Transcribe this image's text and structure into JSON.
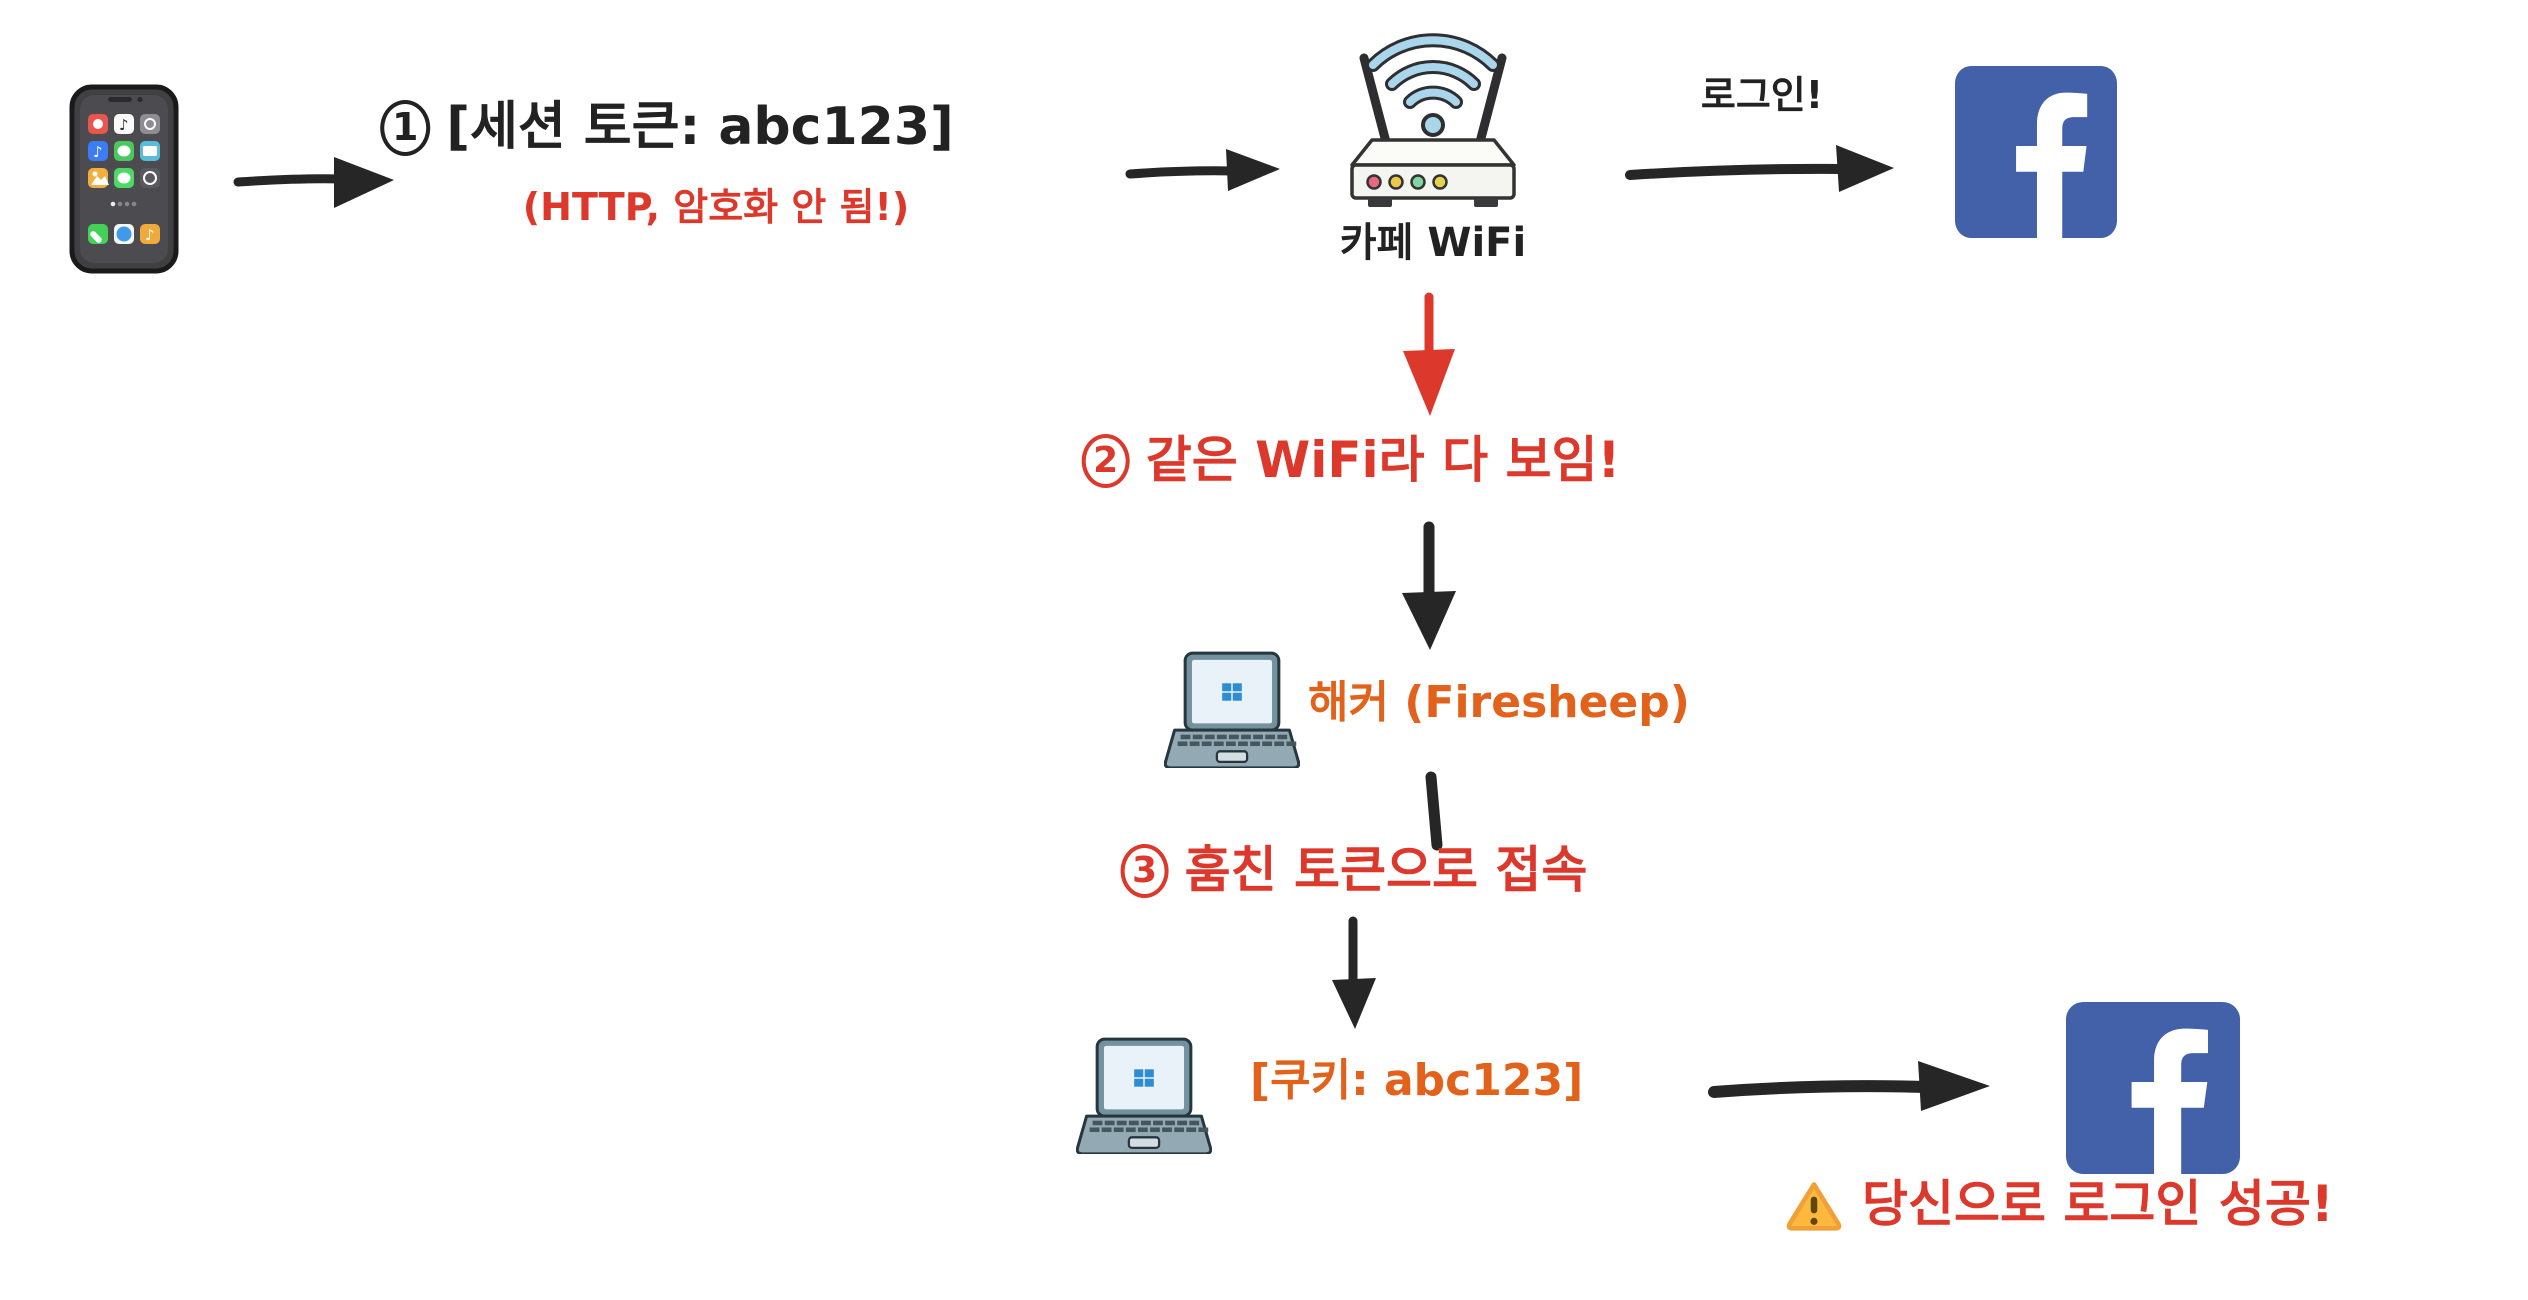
{
  "colors": {
    "red": "#dc382b",
    "orange": "#e2621c",
    "black": "#262626",
    "facebook_blue": "#4261a9",
    "wifi_blue": "#a9d6ea"
  },
  "steps": {
    "step1": {
      "number": "1",
      "label": "[세션 토큰: abc123]",
      "note": "(HTTP, 암호화 안 됨!)"
    },
    "step2": {
      "number": "2",
      "label": "같은 WiFi라 다 보임!"
    },
    "step3": {
      "number": "3",
      "label": "훔친 토큰으로 접속"
    }
  },
  "nodes": {
    "phone": {
      "icon": "smartphone-icon"
    },
    "router": {
      "icon": "wifi-router-icon",
      "label": "카페 WiFi"
    },
    "facebook_top": {
      "icon": "facebook-icon"
    },
    "hacker_laptop": {
      "icon": "laptop-icon",
      "label": "해커 (Firesheep)"
    },
    "attacker_laptop": {
      "icon": "laptop-icon",
      "label": "[쿠키: abc123]"
    },
    "facebook_bottom": {
      "icon": "facebook-icon"
    }
  },
  "edges": {
    "login_label": "로그인!"
  },
  "result": {
    "warning_icon": "warning-triangle-icon",
    "label": "당신으로 로그인 성공!"
  }
}
